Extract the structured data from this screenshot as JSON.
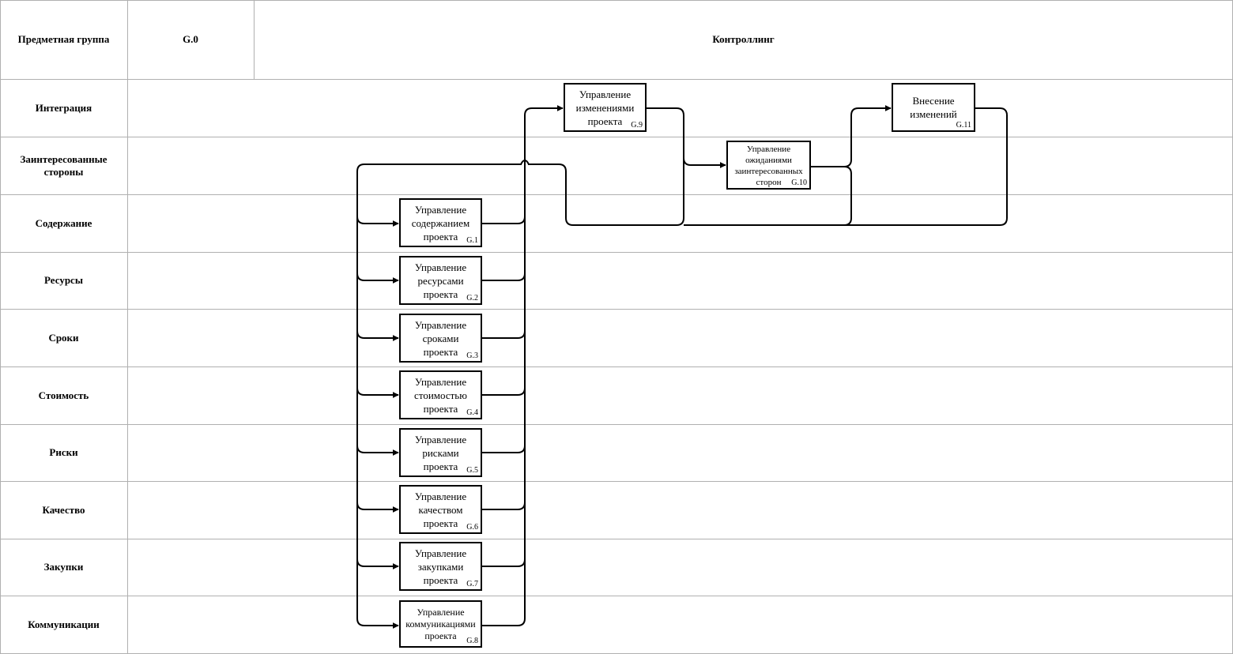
{
  "header": {
    "group_label": "Предметная группа",
    "group_code": "G.0",
    "group_title": "Контроллинг"
  },
  "lanes": [
    {
      "id": "integration",
      "label": "Интеграция"
    },
    {
      "id": "stakeholders",
      "label": "Заинтересованные\nстороны"
    },
    {
      "id": "scope",
      "label": "Содержание"
    },
    {
      "id": "resources",
      "label": "Ресурсы"
    },
    {
      "id": "time",
      "label": "Сроки"
    },
    {
      "id": "cost",
      "label": "Стоимость"
    },
    {
      "id": "risks",
      "label": "Риски"
    },
    {
      "id": "quality",
      "label": "Качество"
    },
    {
      "id": "procurement",
      "label": "Закупки"
    },
    {
      "id": "communications",
      "label": "Коммуникации"
    }
  ],
  "processes": [
    {
      "id": "g1",
      "text": "Управление\nсодержанием\nпроекта",
      "code": "G.1"
    },
    {
      "id": "g2",
      "text": "Управление\nресурсами\nпроекта",
      "code": "G.2"
    },
    {
      "id": "g3",
      "text": "Управление\nсроками\nпроекта",
      "code": "G.3"
    },
    {
      "id": "g4",
      "text": "Управление\nстоимостью\nпроекта",
      "code": "G.4"
    },
    {
      "id": "g5",
      "text": "Управление\nрисками\nпроекта",
      "code": "G.5"
    },
    {
      "id": "g6",
      "text": "Управление\nкачеством\nпроекта",
      "code": "G.6"
    },
    {
      "id": "g7",
      "text": "Управление\nзакупками\nпроекта",
      "code": "G.7"
    },
    {
      "id": "g8",
      "text": "Управление\nкоммуникациями\nпроекта",
      "code": "G.8"
    },
    {
      "id": "g9",
      "text": "Управление\nизменениями\nпроекта",
      "code": "G.9"
    },
    {
      "id": "g10",
      "text": "Управление\nожиданиями\nзаинтересованных\nсторон",
      "code": "G.10"
    },
    {
      "id": "g11",
      "text": "Внесение\nизменений",
      "code": "G.11"
    }
  ]
}
